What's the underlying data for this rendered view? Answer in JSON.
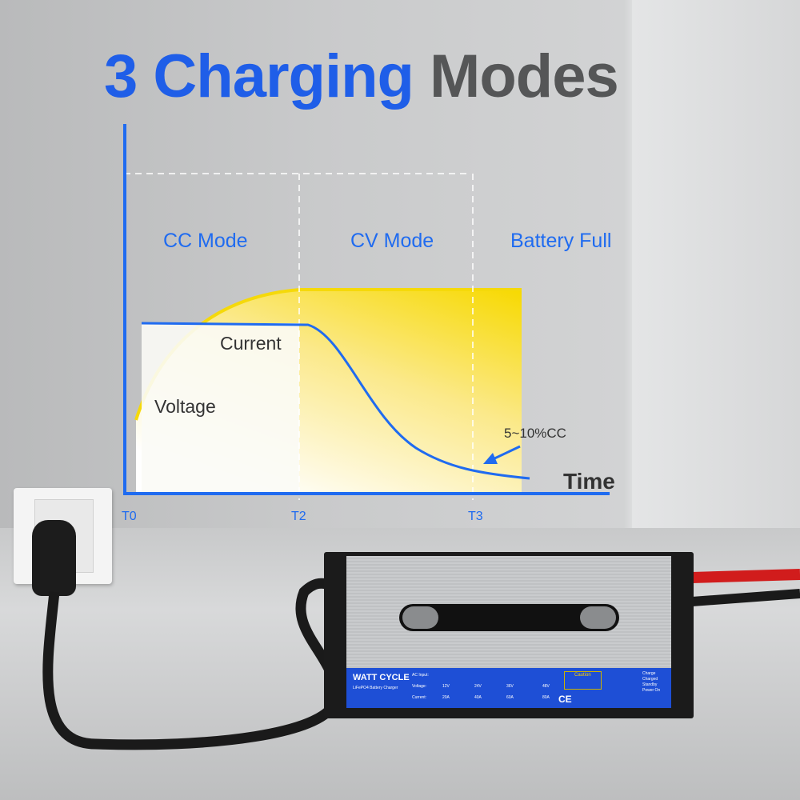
{
  "title": {
    "part1": "3 Charging",
    "part2": "Modes"
  },
  "colors": {
    "accent": "#1f5ee8",
    "title_gray": "#555657",
    "voltage_yellow": "#f5d90a",
    "current_blue": "#1f6bf0"
  },
  "modes": [
    "CC Mode",
    "CV Mode",
    "Battery Full"
  ],
  "curves": {
    "current": "Current",
    "voltage": "Voltage"
  },
  "annotation": "5~10%CC",
  "axis": {
    "x_label": "Time",
    "ticks": [
      "T0",
      "T2",
      "T3"
    ]
  },
  "charger": {
    "brand": "WATT CYCLE",
    "subtitle": "LiFePO4 Battery Charger",
    "ac_input_label": "AC Input:",
    "voltage_label": "Voltage:",
    "current_label": "Current:",
    "voltages": [
      "12V",
      "24V",
      "36V",
      "48V"
    ],
    "currents": [
      "20A",
      "40A",
      "60A",
      "80A"
    ],
    "caution": "Caution",
    "indicators": [
      "Charge",
      "Charged",
      "Standby",
      "Power On"
    ],
    "cert": "CE"
  }
}
